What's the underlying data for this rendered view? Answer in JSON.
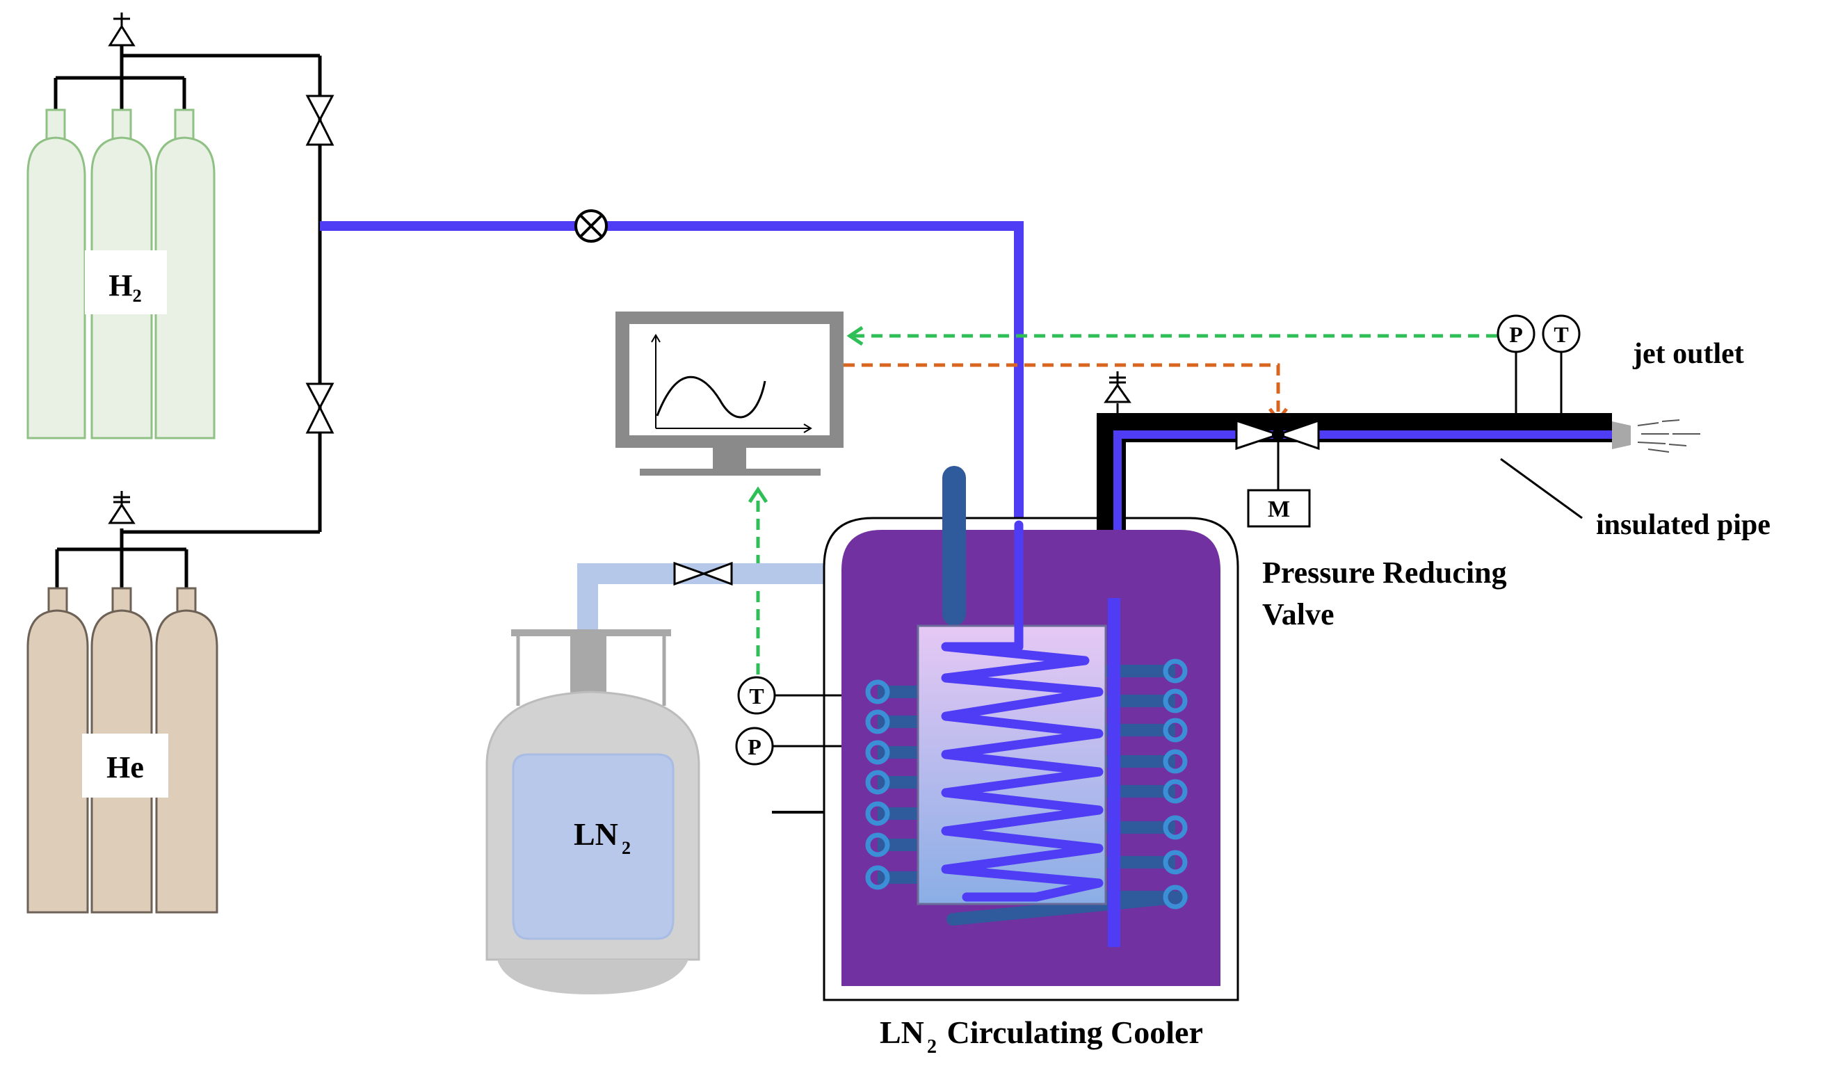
{
  "labels": {
    "h2": "H₂",
    "he": "He",
    "ln2_main": "LN",
    "ln2_sub": "2",
    "jet_outlet": "jet outlet",
    "insulated_pipe": "insulated pipe",
    "prv_line1": "Pressure Reducing",
    "prv_line2": "Valve",
    "motor": "M",
    "cooler_main": "LN",
    "cooler_sub": "2",
    "cooler_rest": " Circulating Cooler",
    "gauge_t": "T",
    "gauge_p": "P"
  },
  "colors": {
    "h2_cylinder_fill": "#e8f1e4",
    "h2_cylinder_stroke": "#8fc084",
    "he_cylinder_fill": "#ddcdb9",
    "he_cylinder_stroke": "#6e6257",
    "gas_line": "#4f3cf5",
    "ln2_line": "#b5c8ea",
    "cooler_fill": "#7231a1",
    "coil_blue": "#2f5a9c",
    "signal_green": "#2ebf56",
    "signal_orange": "#d9651e",
    "monitor_gray": "#8a8a8a"
  }
}
